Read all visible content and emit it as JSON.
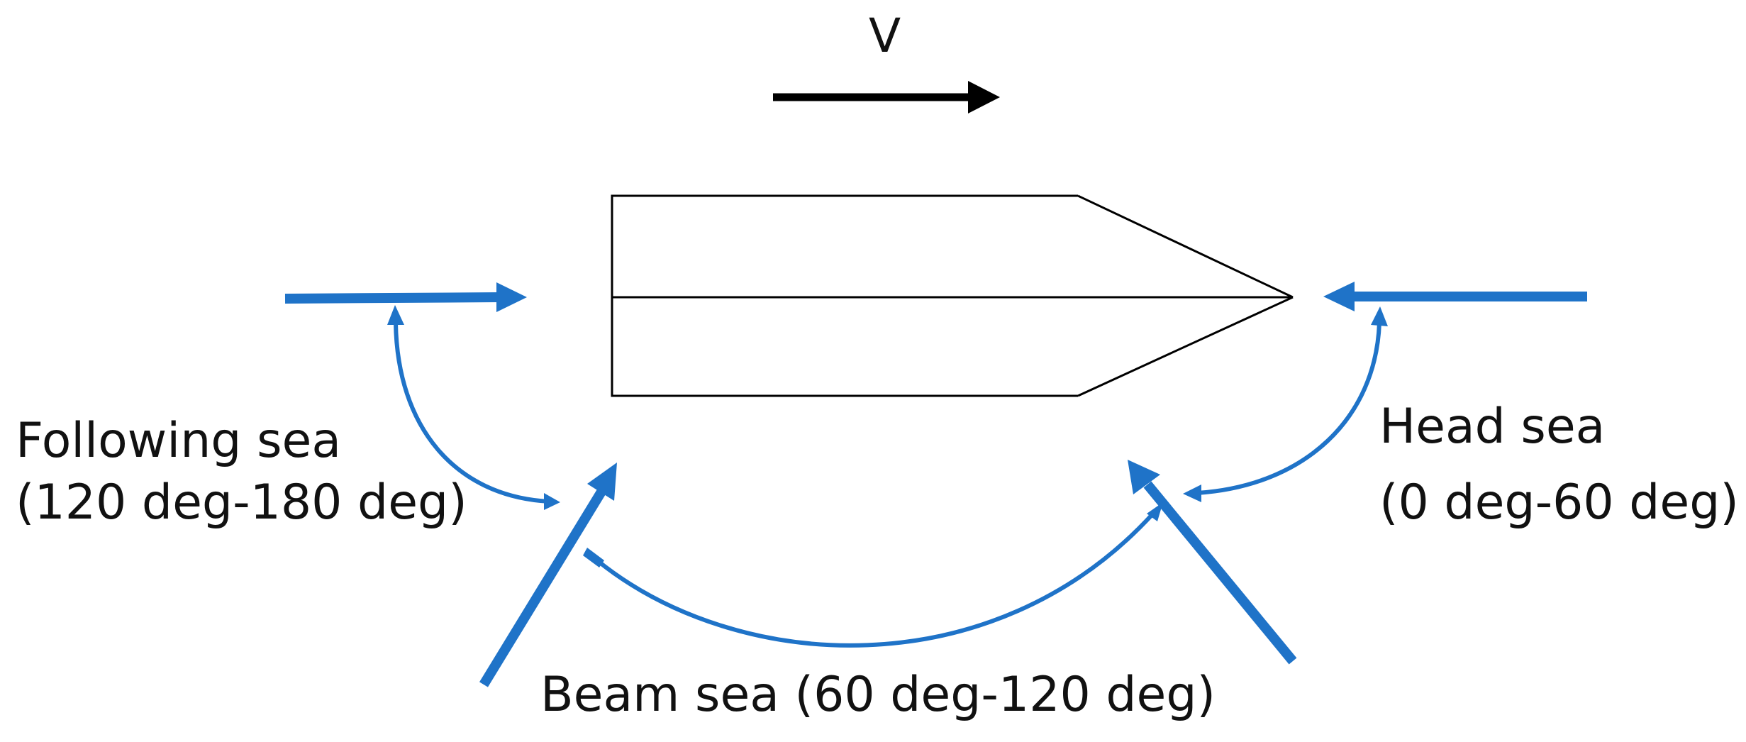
{
  "colors": {
    "wave_arrow": "#1f73c8",
    "ship_outline": "#000000",
    "velocity_arrow": "#000000",
    "text": "#111111"
  },
  "velocity": {
    "label": "V"
  },
  "regions": {
    "following": {
      "line1": "Following sea",
      "line2": "(120 deg-180 deg)"
    },
    "head": {
      "line1": "Head sea",
      "line2": "(0 deg-60 deg)"
    },
    "beam": {
      "line1": "Beam sea (60 deg-120 deg)"
    }
  }
}
